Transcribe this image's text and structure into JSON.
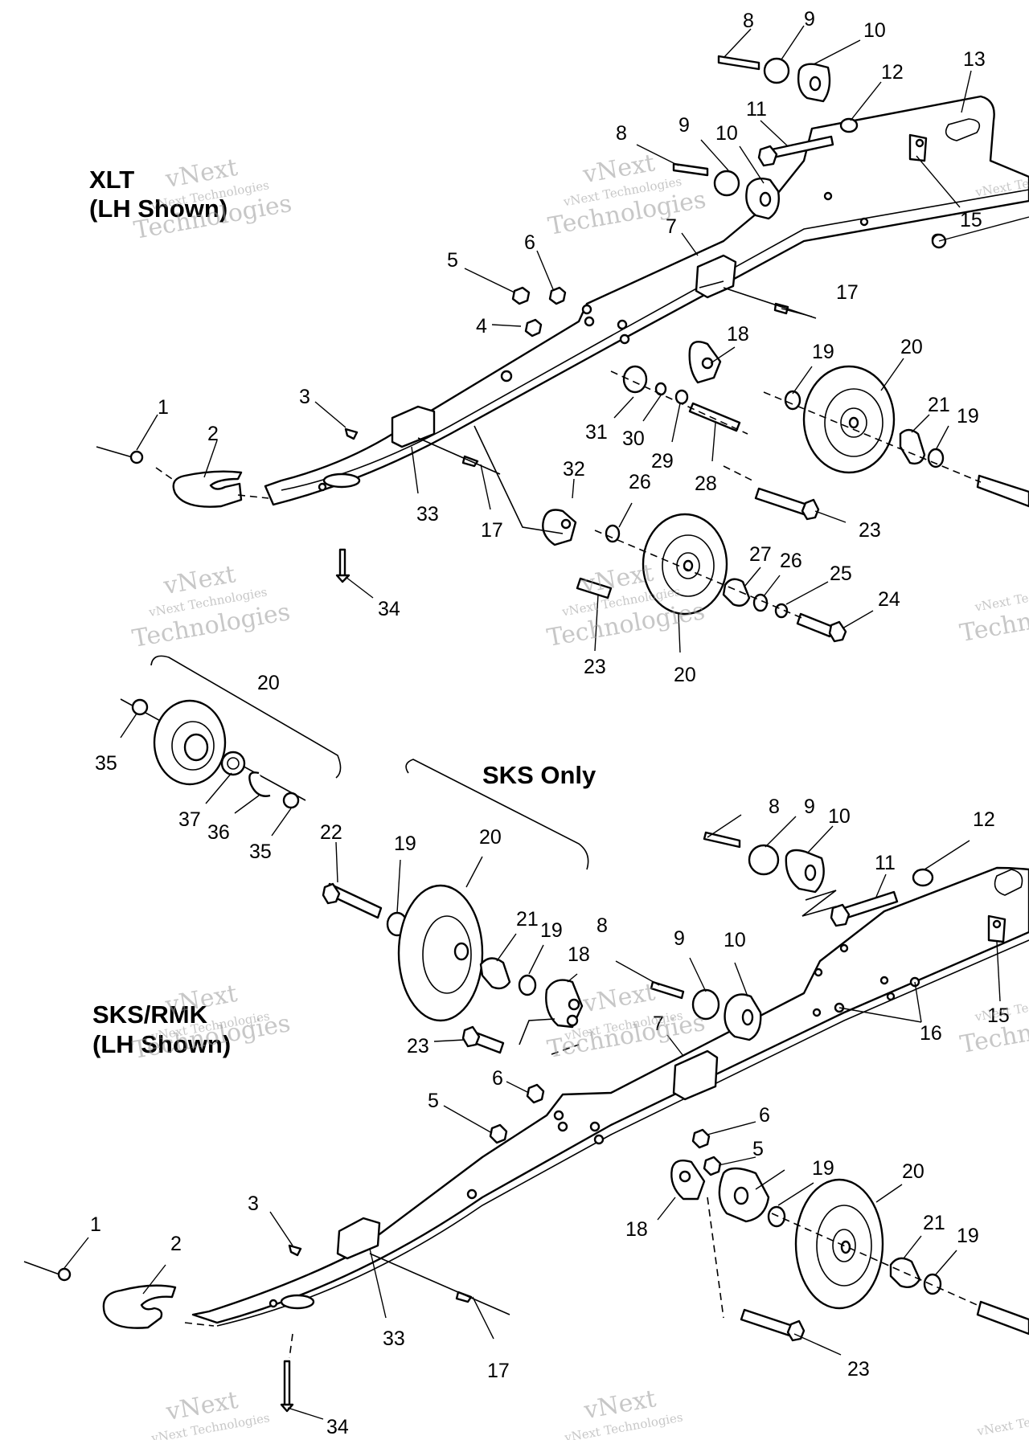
{
  "headings": {
    "xlt": [
      "XLT",
      "(LH Shown)"
    ],
    "sks_only": "SKS Only",
    "sks_rmk": [
      "SKS/RMK",
      "(LH Shown)"
    ]
  },
  "watermark": {
    "small": "vNext Technologies",
    "large": "Technologies",
    "top": "vNext"
  },
  "callouts_upper": [
    "1",
    "2",
    "3",
    "4",
    "5",
    "6",
    "7",
    "8",
    "8",
    "9",
    "9",
    "10",
    "10",
    "11",
    "12",
    "13",
    "15",
    "17",
    "17",
    "18",
    "19",
    "19",
    "20",
    "20",
    "21",
    "23",
    "23",
    "24",
    "25",
    "26",
    "26",
    "27",
    "28",
    "29",
    "30",
    "31",
    "32",
    "33",
    "34"
  ],
  "callouts_middle": [
    "20",
    "35",
    "35",
    "36",
    "37"
  ],
  "callouts_lower": [
    "1",
    "2",
    "3",
    "5",
    "5",
    "6",
    "6",
    "7",
    "8",
    "8",
    "9",
    "9",
    "10",
    "10",
    "11",
    "12",
    "15",
    "16",
    "17",
    "18",
    "18",
    "19",
    "19",
    "19",
    "19",
    "20",
    "20",
    "21",
    "21",
    "22",
    "23",
    "23",
    "33",
    "34"
  ]
}
